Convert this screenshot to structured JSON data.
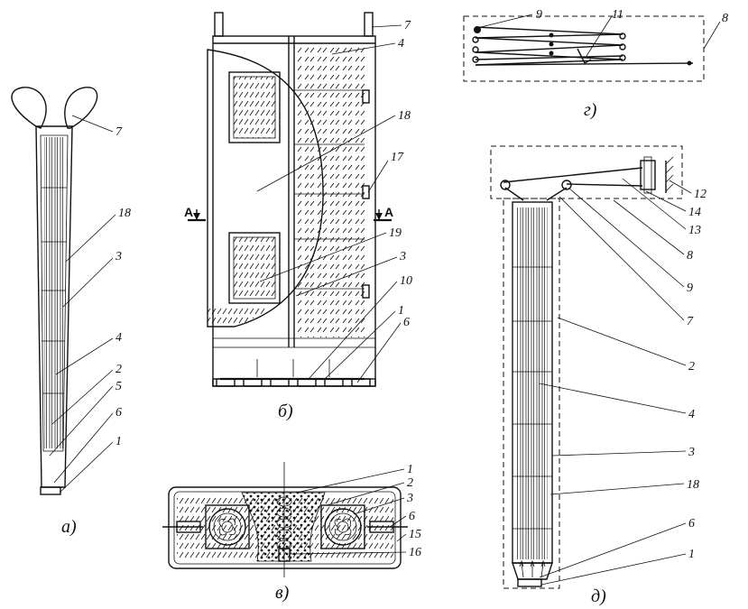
{
  "captions": {
    "a": "а)",
    "b": "б)",
    "v": "в)",
    "g": "г)",
    "d": "д)"
  },
  "section_mark": "А",
  "labels": {
    "a": [
      "7",
      "18",
      "3",
      "4",
      "2",
      "5",
      "6",
      "1"
    ],
    "b": [
      "7",
      "4",
      "18",
      "17",
      "19",
      "3",
      "10",
      "1",
      "6"
    ],
    "v": [
      "1",
      "2",
      "3",
      "6",
      "15",
      "16"
    ],
    "g": [
      "9",
      "11",
      "8"
    ],
    "d": [
      "12",
      "14",
      "13",
      "8",
      "9",
      "7",
      "2",
      "4",
      "3",
      "18",
      "6",
      "1"
    ]
  }
}
